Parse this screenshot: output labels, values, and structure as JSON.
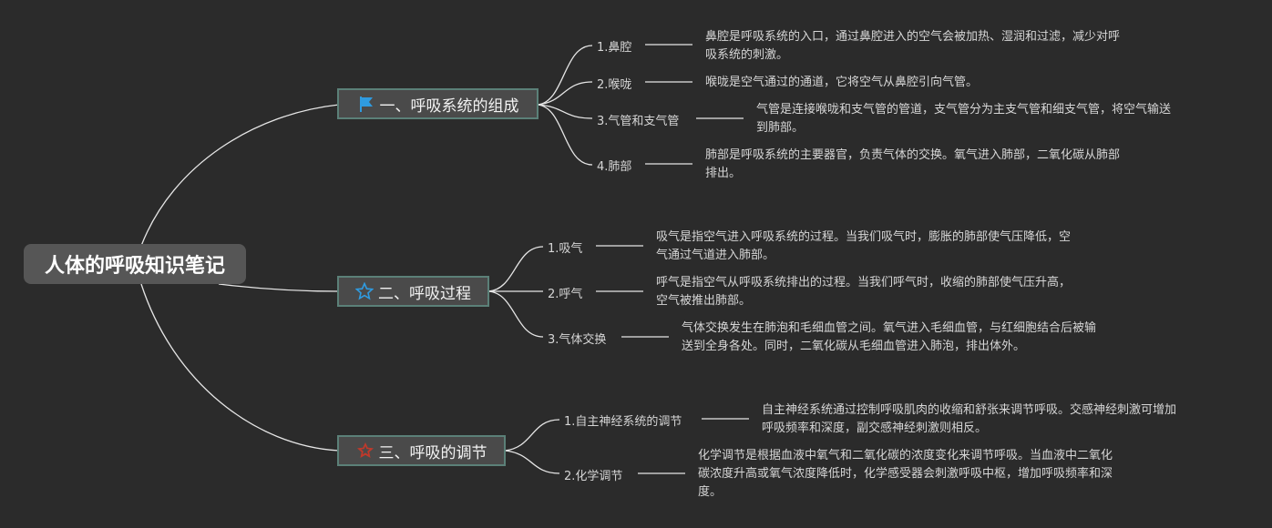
{
  "root": {
    "title": "人体的呼吸知识笔记"
  },
  "branches": [
    {
      "label": "一、呼吸系统的组成",
      "icon": "flag-icon",
      "children": [
        {
          "label": "1.鼻腔",
          "desc": [
            "鼻腔是呼吸系统的入口，通过鼻腔进入的空气会被加热、湿润和过滤，减少对呼",
            "吸系统的刺激。"
          ]
        },
        {
          "label": "2.喉咙",
          "desc": [
            "喉咙是空气通过的通道，它将空气从鼻腔引向气管。"
          ]
        },
        {
          "label": "3.气管和支气管",
          "desc": [
            "气管是连接喉咙和支气管的管道，支气管分为主支气管和细支气管，将空气输送",
            "到肺部。"
          ]
        },
        {
          "label": "4.肺部",
          "desc": [
            "肺部是呼吸系统的主要器官，负责气体的交换。氧气进入肺部，二氧化碳从肺部",
            "排出。"
          ]
        }
      ]
    },
    {
      "label": "二、呼吸过程",
      "icon": "star-outline-icon",
      "children": [
        {
          "label": "1.吸气",
          "desc": [
            "吸气是指空气进入呼吸系统的过程。当我们吸气时，膨胀的肺部使气压降低，空",
            "气通过气道进入肺部。"
          ]
        },
        {
          "label": "2.呼气",
          "desc": [
            "呼气是指空气从呼吸系统排出的过程。当我们呼气时，收缩的肺部使气压升高，",
            "空气被推出肺部。"
          ]
        },
        {
          "label": "3.气体交换",
          "desc": [
            "气体交换发生在肺泡和毛细血管之间。氧气进入毛细血管，与红细胞结合后被输",
            "送到全身各处。同时，二氧化碳从毛细血管进入肺泡，排出体外。"
          ]
        }
      ]
    },
    {
      "label": "三、呼吸的调节",
      "icon": "star-badge-icon",
      "children": [
        {
          "label": "1.自主神经系统的调节",
          "desc": [
            "自主神经系统通过控制呼吸肌肉的收缩和舒张来调节呼吸。交感神经刺激可增加",
            "呼吸频率和深度，副交感神经刺激则相反。"
          ]
        },
        {
          "label": "2.化学调节",
          "desc": [
            "化学调节是根据血液中氧气和二氧化碳的浓度变化来调节呼吸。当血液中二氧化",
            "碳浓度升高或氧气浓度降低时，化学感受器会刺激呼吸中枢，增加呼吸频率和深",
            "度。"
          ]
        }
      ]
    }
  ],
  "colors": {
    "background": "#2b2b2b",
    "root": "#565656",
    "branch_fill": "#4a4a4a",
    "branch_border": "#5b8078",
    "flag_icon": "#2f9be0",
    "star_outline_icon": "#2f9be0",
    "star_badge_icon": "#c0392b"
  }
}
